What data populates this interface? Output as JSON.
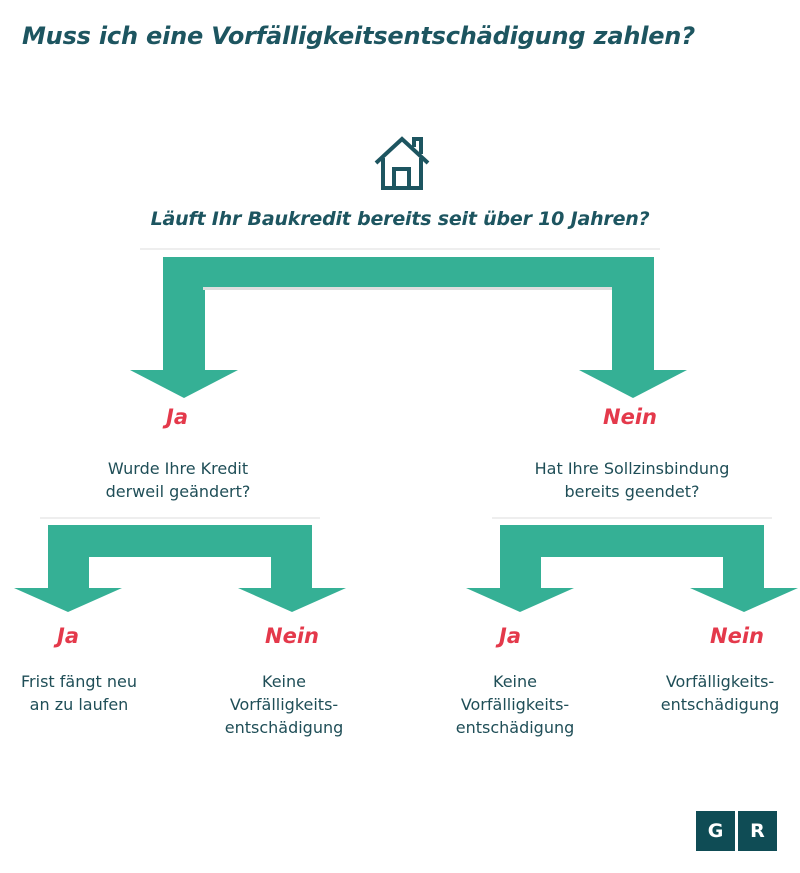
{
  "title": "Muss ich eine Vorfälligkeitsentschädigung zahlen?",
  "main_question": "Läuft Ihr Baukredit bereits seit über 10 Jahren?",
  "icons": {
    "top": "house-icon"
  },
  "branches": {
    "left": {
      "answer": "Ja",
      "question_line1": "Wurde Ihre Kredit",
      "question_line2": "derweil geändert?",
      "yes": {
        "answer": "Ja",
        "line1": "Frist fängt neu",
        "line2": "an zu laufen"
      },
      "no": {
        "answer": "Nein",
        "line1": "Keine",
        "line2": "Vorfälligkeits-",
        "line3": "entschädigung"
      }
    },
    "right": {
      "answer": "Nein",
      "question_line1": "Hat Ihre Sollzinsbindung",
      "question_line2": "bereits geendet?",
      "yes": {
        "answer": "Ja",
        "line1": "Keine",
        "line2": "Vorfälligkeits-",
        "line3": "entschädigung"
      },
      "no": {
        "answer": "Nein",
        "line1": "Vorfälligkeits-",
        "line2": "entschädigung"
      }
    }
  },
  "logo": {
    "left": "G",
    "right": "R"
  },
  "colors": {
    "arrow": "#35b095",
    "answer": "#e4394b",
    "text": "#1f4e57",
    "logo": "#0f4c55"
  }
}
